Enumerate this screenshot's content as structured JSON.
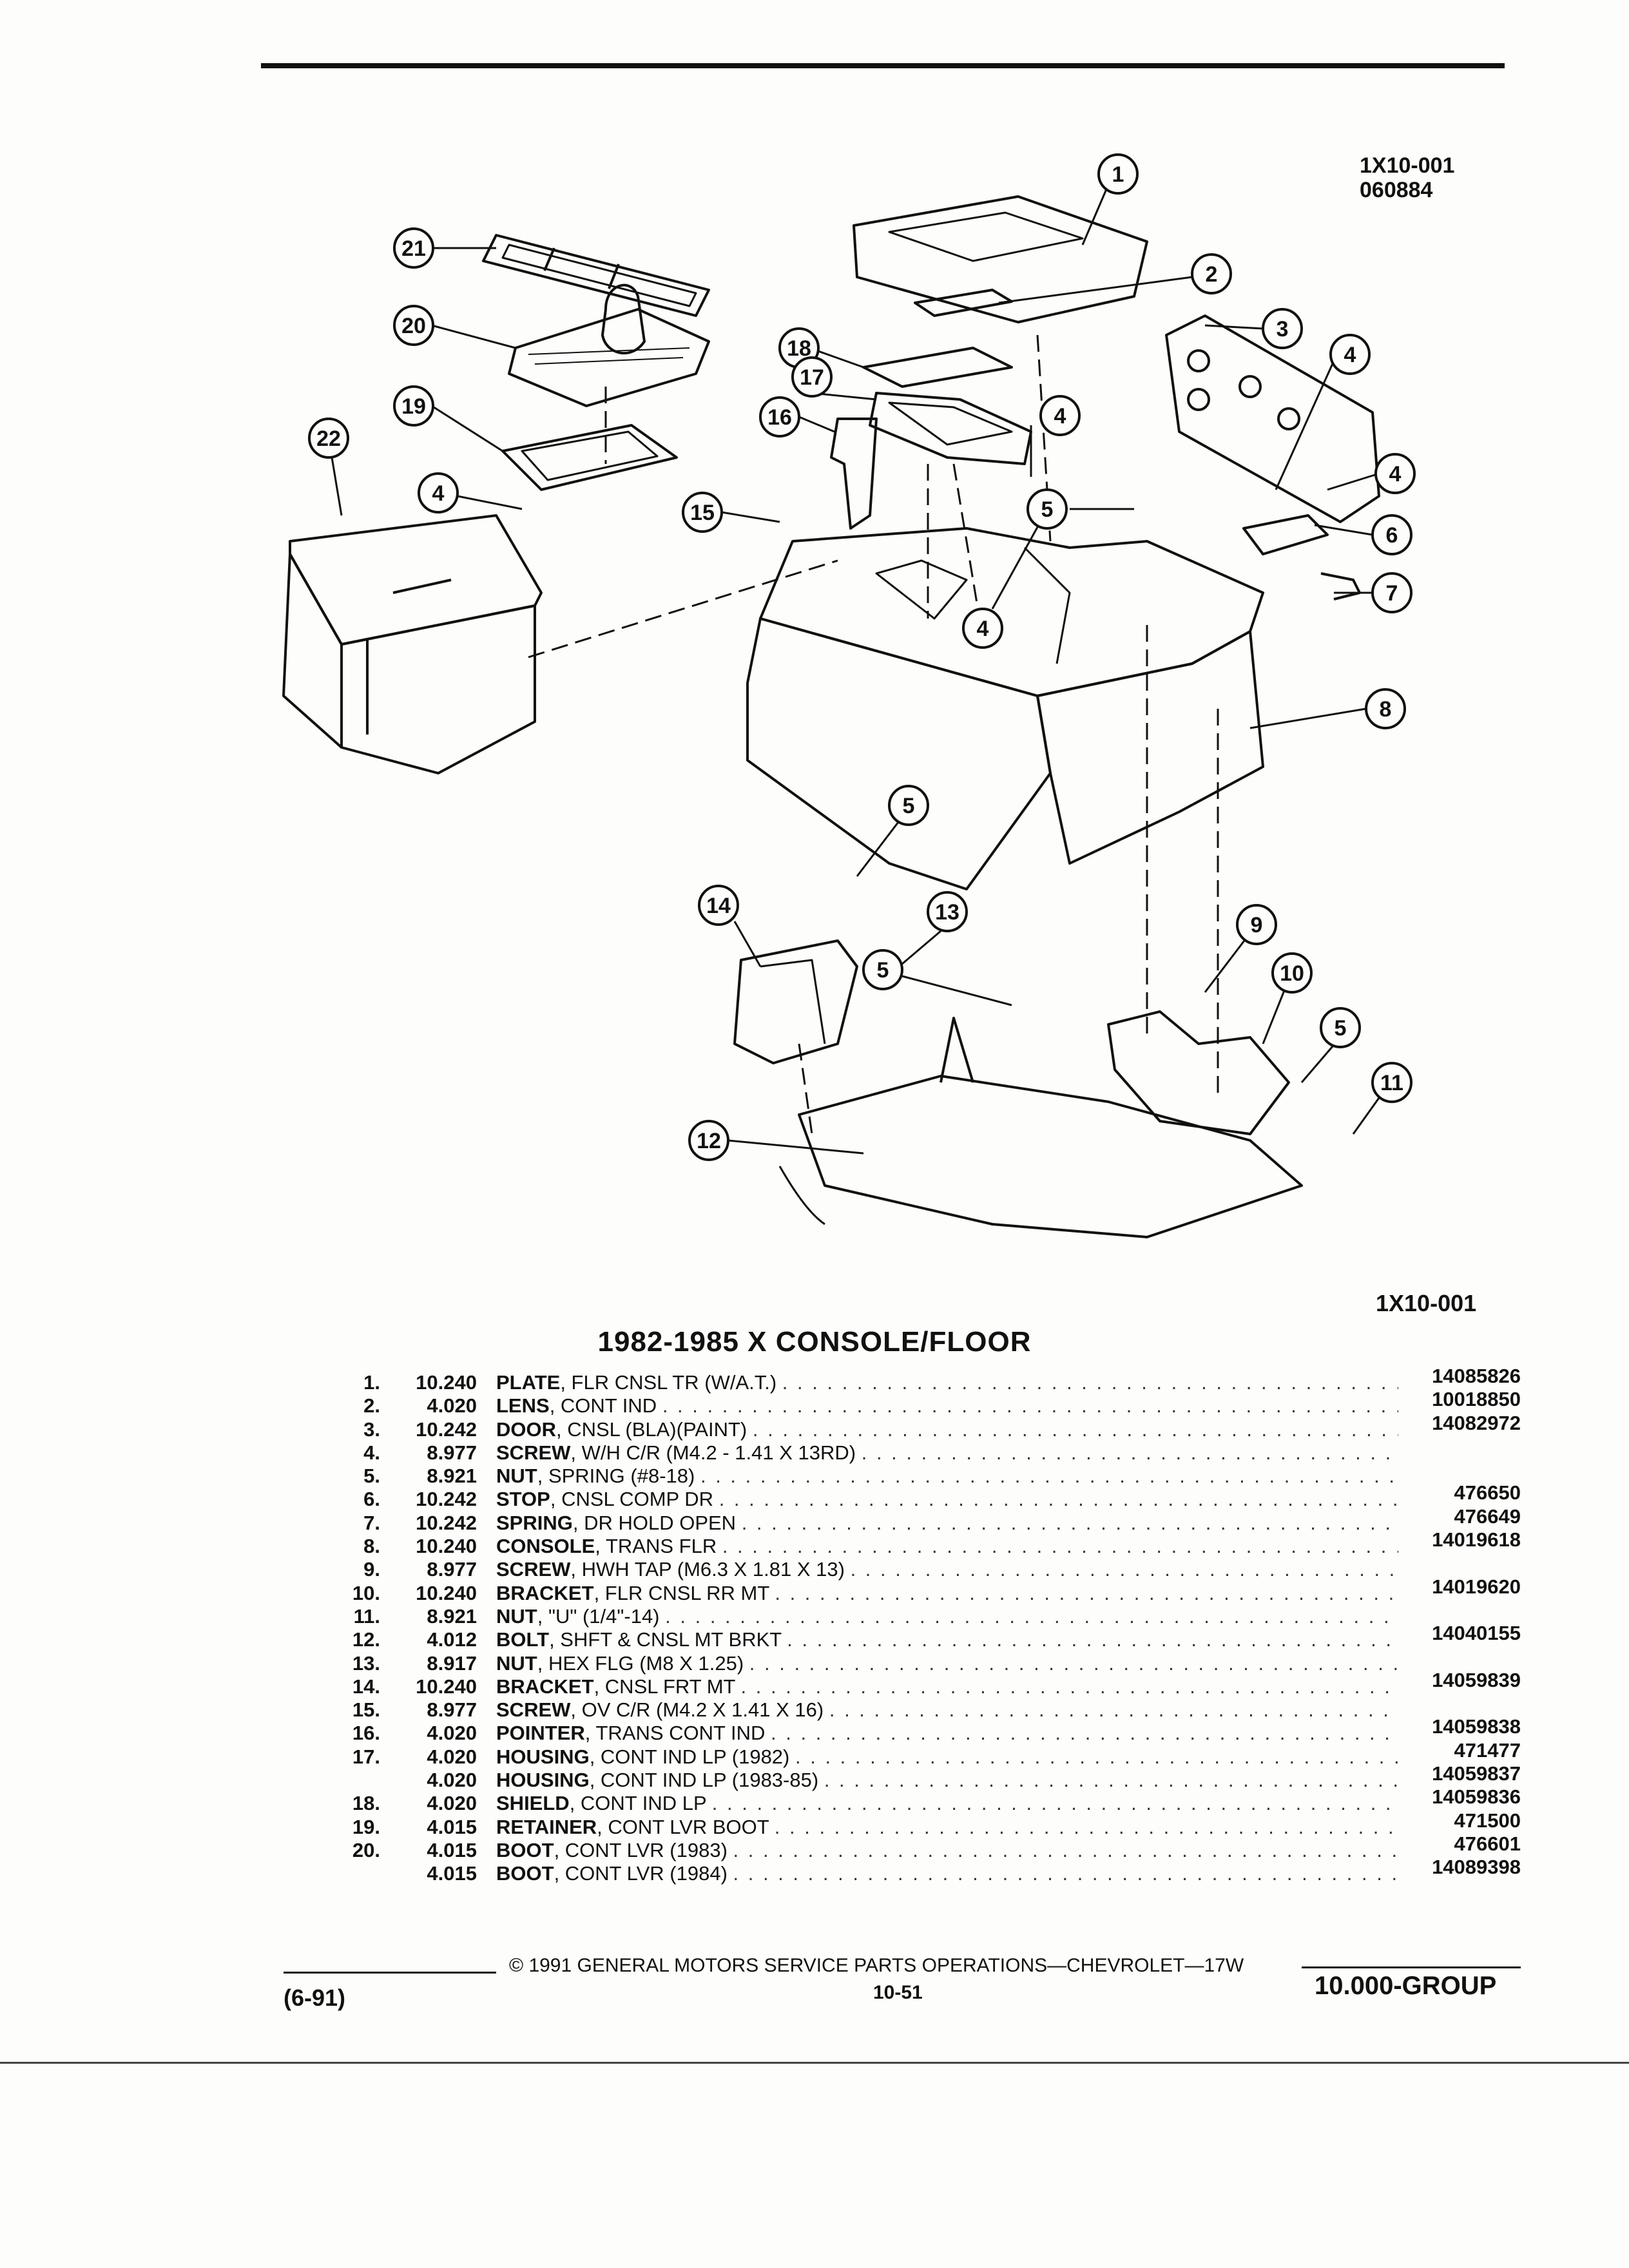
{
  "header": {
    "code_line1": "1X10-001",
    "code_line2": "060884"
  },
  "diagram": {
    "caption": "1X10-001",
    "callouts": [
      "1",
      "2",
      "3",
      "4",
      "4",
      "4",
      "4",
      "5",
      "5",
      "5",
      "5",
      "6",
      "7",
      "8",
      "9",
      "10",
      "11",
      "12",
      "13",
      "14",
      "15",
      "16",
      "17",
      "18",
      "19",
      "20",
      "21",
      "22"
    ]
  },
  "title": "1982-1985 X CONSOLE/FLOOR",
  "parts": [
    {
      "num": "1.",
      "group": "10.240",
      "name": "PLATE",
      "desc": ", FLR CNSL TR (W/A.T.)",
      "pn": "14085826"
    },
    {
      "num": "2.",
      "group": "4.020",
      "name": "LENS",
      "desc": ", CONT IND",
      "pn": "10018850"
    },
    {
      "num": "3.",
      "group": "10.242",
      "name": "DOOR",
      "desc": ", CNSL (BLA)(PAINT)",
      "pn": "14082972"
    },
    {
      "num": "4.",
      "group": "8.977",
      "name": "SCREW",
      "desc": ", W/H C/R (M4.2 - 1.41 X 13RD)",
      "pn": ""
    },
    {
      "num": "5.",
      "group": "8.921",
      "name": "NUT",
      "desc": ", SPRING (#8-18)",
      "pn": ""
    },
    {
      "num": "6.",
      "group": "10.242",
      "name": "STOP",
      "desc": ", CNSL COMP DR",
      "pn": "476650"
    },
    {
      "num": "7.",
      "group": "10.242",
      "name": "SPRING",
      "desc": ", DR HOLD OPEN",
      "pn": "476649"
    },
    {
      "num": "8.",
      "group": "10.240",
      "name": "CONSOLE",
      "desc": ", TRANS FLR",
      "pn": "14019618"
    },
    {
      "num": "9.",
      "group": "8.977",
      "name": "SCREW",
      "desc": ", HWH TAP (M6.3 X 1.81 X 13)",
      "pn": ""
    },
    {
      "num": "10.",
      "group": "10.240",
      "name": "BRACKET",
      "desc": ", FLR CNSL RR MT",
      "pn": "14019620"
    },
    {
      "num": "11.",
      "group": "8.921",
      "name": "NUT",
      "desc": ", \"U\" (1/4\"-14)",
      "pn": ""
    },
    {
      "num": "12.",
      "group": "4.012",
      "name": "BOLT",
      "desc": ", SHFT & CNSL MT BRKT",
      "pn": "14040155"
    },
    {
      "num": "13.",
      "group": "8.917",
      "name": "NUT",
      "desc": ", HEX FLG (M8 X 1.25)",
      "pn": ""
    },
    {
      "num": "14.",
      "group": "10.240",
      "name": "BRACKET",
      "desc": ", CNSL FRT MT",
      "pn": "14059839"
    },
    {
      "num": "15.",
      "group": "8.977",
      "name": "SCREW",
      "desc": ", OV C/R (M4.2 X 1.41 X 16)",
      "pn": ""
    },
    {
      "num": "16.",
      "group": "4.020",
      "name": "POINTER",
      "desc": ", TRANS CONT IND",
      "pn": "14059838"
    },
    {
      "num": "17.",
      "group": "4.020",
      "name": "HOUSING",
      "desc": ", CONT IND LP (1982)",
      "pn": "471477"
    },
    {
      "num": "",
      "group": "4.020",
      "name": "HOUSING",
      "desc": ", CONT IND LP (1983-85)",
      "pn": "14059837"
    },
    {
      "num": "18.",
      "group": "4.020",
      "name": "SHIELD",
      "desc": ", CONT IND LP",
      "pn": "14059836"
    },
    {
      "num": "19.",
      "group": "4.015",
      "name": "RETAINER",
      "desc": ", CONT LVR BOOT",
      "pn": "471500"
    },
    {
      "num": "20.",
      "group": "4.015",
      "name": "BOOT",
      "desc": ", CONT LVR (1983)",
      "pn": "476601"
    },
    {
      "num": "",
      "group": "4.015",
      "name": "BOOT",
      "desc": ", CONT LVR (1984)",
      "pn": "14089398"
    }
  ],
  "footer": {
    "copyright": "© 1991 GENERAL MOTORS SERVICE PARTS OPERATIONS—CHEVROLET—17W",
    "page": "10-51",
    "date": "(6-91)",
    "group": "10.000-GROUP"
  }
}
